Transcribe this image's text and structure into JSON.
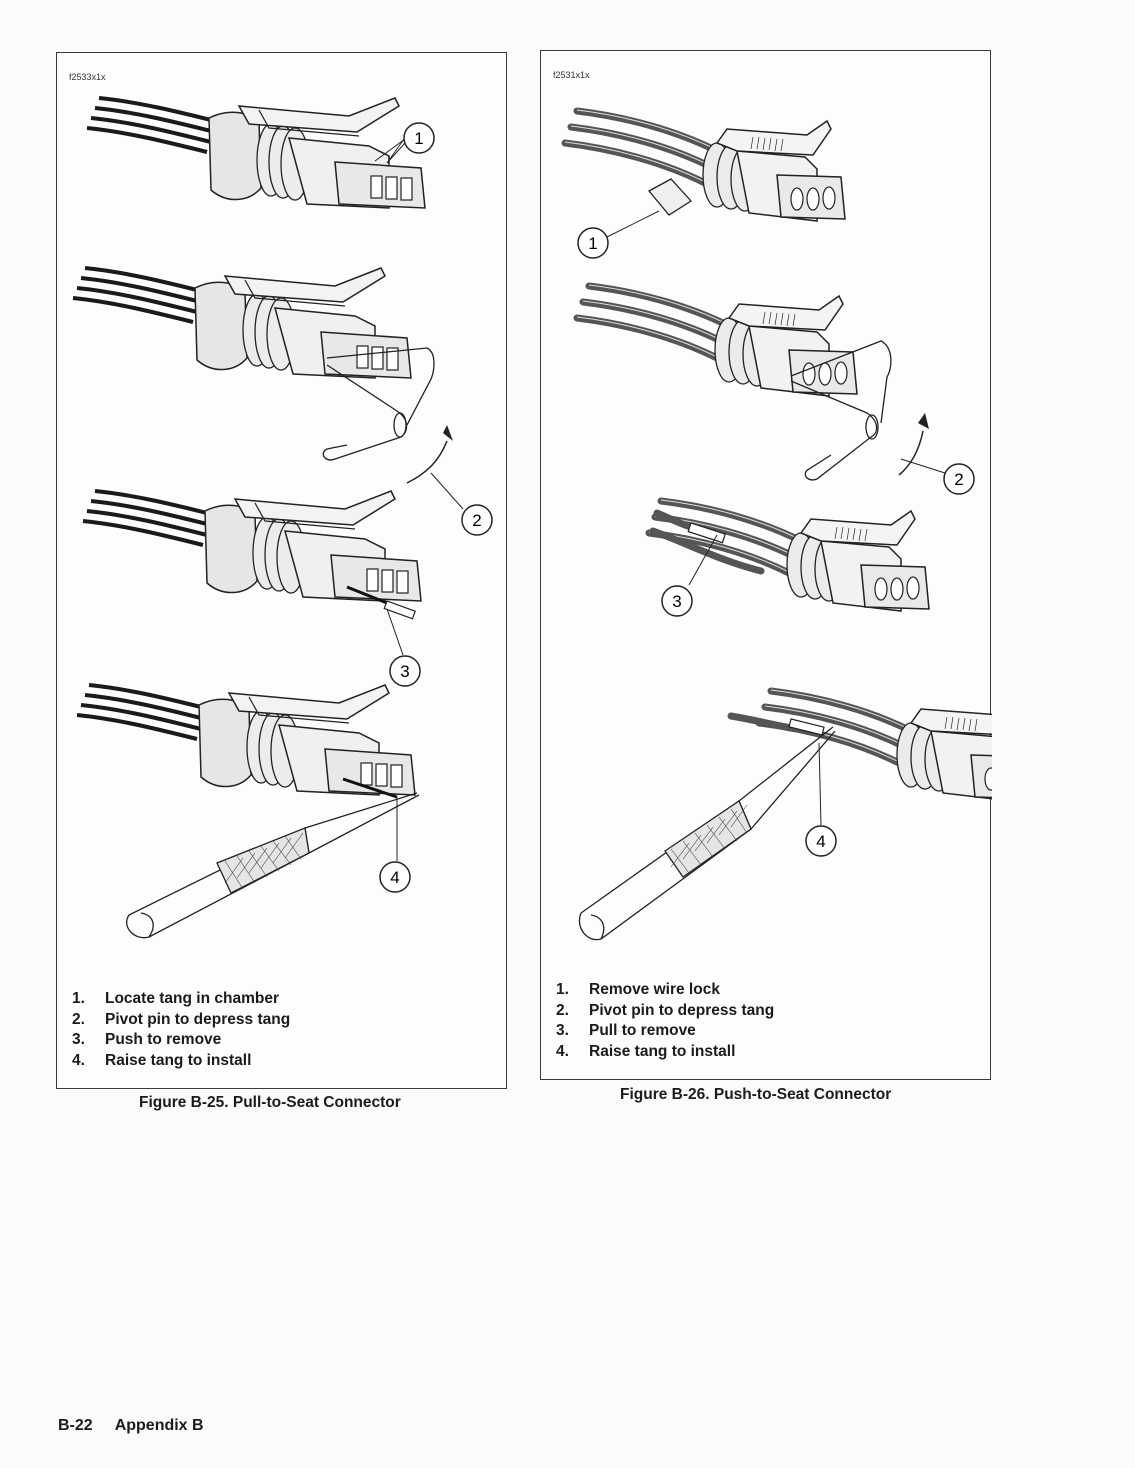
{
  "left_figure": {
    "id_label": "f2533x1x",
    "callouts": [
      "1",
      "2",
      "3",
      "4"
    ],
    "legend": [
      {
        "num": "1.",
        "text": "Locate tang in chamber"
      },
      {
        "num": "2.",
        "text": "Pivot pin to depress tang"
      },
      {
        "num": "3.",
        "text": "Push to remove"
      },
      {
        "num": "4.",
        "text": "Raise tang to install"
      }
    ],
    "caption": "Figure B-25. Pull-to-Seat Connector"
  },
  "right_figure": {
    "id_label": "f2531x1x",
    "callouts": [
      "1",
      "2",
      "3",
      "4"
    ],
    "legend": [
      {
        "num": "1.",
        "text": "Remove wire lock"
      },
      {
        "num": "2.",
        "text": "Pivot pin to depress tang"
      },
      {
        "num": "3.",
        "text": "Pull to remove"
      },
      {
        "num": "4.",
        "text": "Raise tang to install"
      }
    ],
    "caption": "Figure B-26. Push-to-Seat Connector"
  },
  "footer": {
    "page_number": "B-22",
    "section": "Appendix B"
  }
}
